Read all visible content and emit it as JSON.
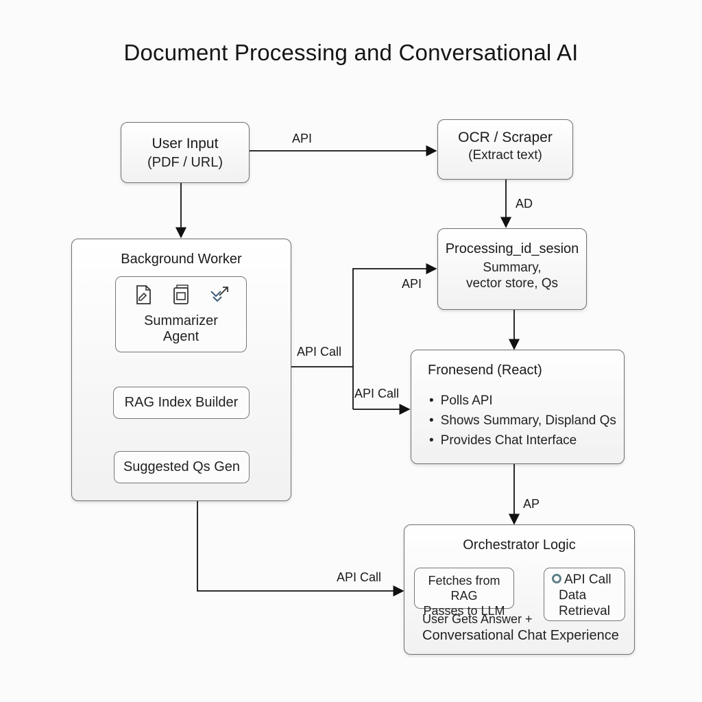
{
  "title": "Document Processing and Conversational AI",
  "nodes": {
    "user_input": {
      "title": "User Input",
      "subtitle": "(PDF / URL)"
    },
    "ocr": {
      "title": "OCR / Scraper",
      "subtitle": "(Extract text)"
    },
    "processing": {
      "title": "Processing_id_sesion",
      "line1": "Summary,",
      "line2": "vector store, Qs"
    },
    "background_worker": {
      "title": "Background Worker",
      "summarizer": {
        "line1": "Summarizer",
        "line2": "Agent",
        "icons": [
          "document-edit-icon",
          "document-stack-icon",
          "check-arrows-icon"
        ]
      },
      "rag_index": "RAG Index Builder",
      "suggested_qs": "Suggested Qs Gen"
    },
    "frontend": {
      "title": "Fronesend (React)",
      "bullets": [
        "Polls API",
        "Shows Summary, Displand Qs",
        "Provides Chat Interface"
      ]
    },
    "orchestrator": {
      "title": "Orchestrator Logic",
      "fetch": {
        "line1": "Fetches from RAG",
        "line2": "Passes to LLM"
      },
      "api_box": {
        "line1": "API Call",
        "line2": "Data",
        "line3": "Retrieval",
        "icon": "ring-icon"
      },
      "footer1": "User Gets Answer +",
      "footer2": "Conversational Chat Experience"
    }
  },
  "edges": {
    "user_to_ocr": "API",
    "ocr_to_processing": "AD",
    "worker_to_processing": "API",
    "worker_api_call": "API Call",
    "to_frontend": "API Call",
    "frontend_to_orchestrator": "AP",
    "worker_to_orchestrator": "API Call"
  }
}
